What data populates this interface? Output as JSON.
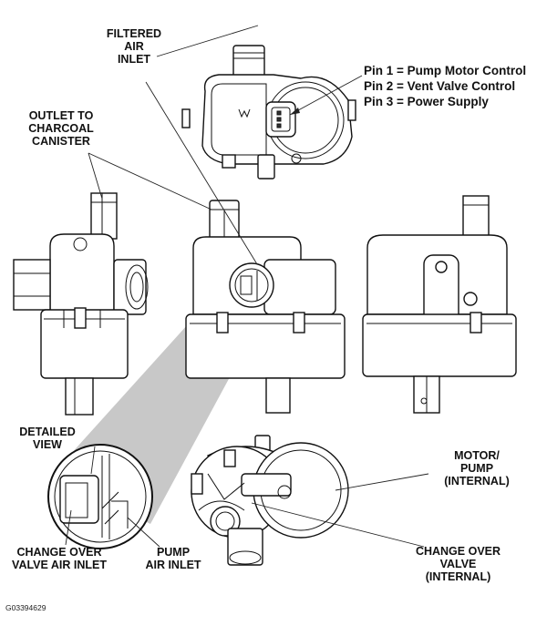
{
  "labels": {
    "filtered_air_inlet": [
      "FILTERED",
      "AIR",
      "INLET"
    ],
    "outlet_to_canister": [
      "OUTLET TO",
      "CHARCOAL",
      "CANISTER"
    ],
    "detailed_view": [
      "DETAILED",
      "VIEW"
    ],
    "change_over_valve_air_inlet": [
      "CHANGE OVER",
      "VALVE AIR INLET"
    ],
    "pump_air_inlet": [
      "PUMP",
      "AIR INLET"
    ],
    "motor_pump": [
      "MOTOR/",
      "PUMP",
      "(INTERNAL)"
    ],
    "change_over_valve": [
      "CHANGE OVER",
      "VALVE",
      "(INTERNAL)"
    ]
  },
  "pins": [
    "Pin 1 = Pump Motor Control",
    "Pin 2 = Vent Valve Control",
    "Pin 3 = Power Supply"
  ],
  "figure_code": "G03394629",
  "colors": {
    "line": "#111111",
    "beam": "#c8c8c8",
    "background": "#ffffff"
  }
}
